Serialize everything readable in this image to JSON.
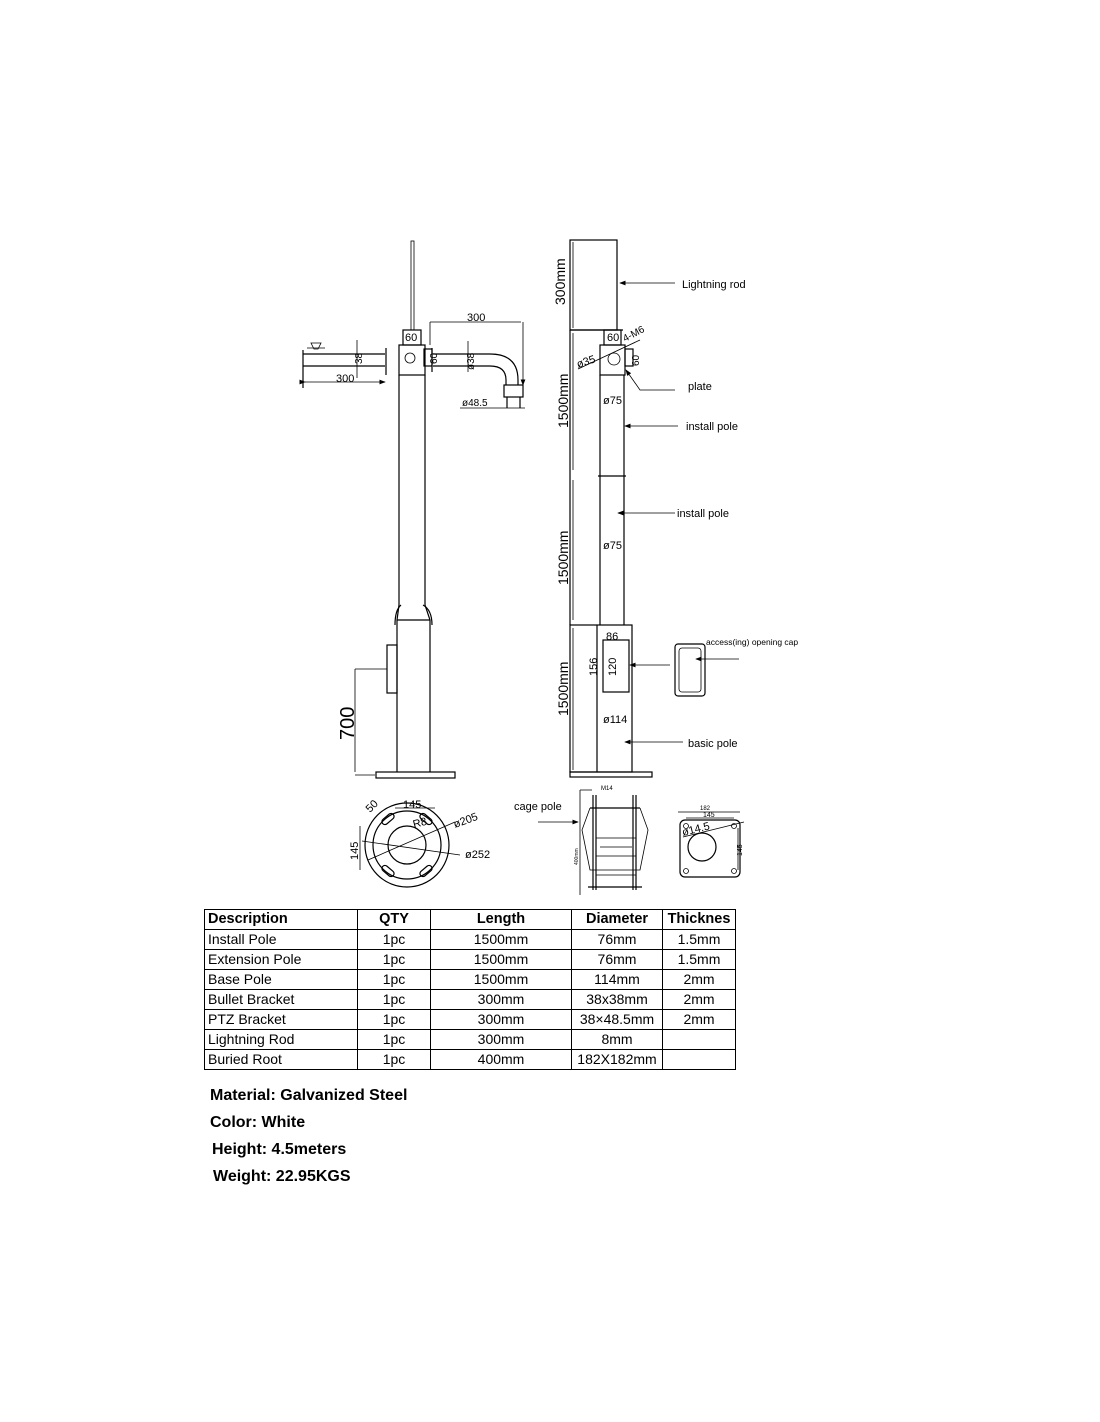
{
  "drawing": {
    "side_view": {
      "dim_top_arm": "300",
      "dim_left_arm": "300",
      "dim_38": "38",
      "dim_plate_60": "60",
      "dim_side_60": "60",
      "dim_dia38": "ø38",
      "dim_dia48_5": "ø48.5",
      "dim_700": "700"
    },
    "front_view": {
      "dim_300mm": "300mm",
      "dim_1500mm_top": "1500mm",
      "dim_1500mm_mid": "1500mm",
      "dim_1500mm_base": "1500mm",
      "dim_60_top": "60",
      "dim_60_side": "60",
      "dim_4m6": "4-M6",
      "dim_dia35": "ø35",
      "dim_dia75_a": "ø75",
      "dim_dia75_b": "ø75",
      "dim_86": "86",
      "dim_156": "156",
      "dim_120": "120",
      "dim_dia114": "ø114",
      "labels": {
        "lightning_rod": "Lightning rod",
        "plate": "plate",
        "install_pole_1": "install pole",
        "install_pole_2": "install pole",
        "opening_cap": "access(ing) opening cap",
        "basic_pole": "basic pole"
      }
    },
    "base_view": {
      "dim_145_top": "145",
      "dim_50": "50",
      "dim_r8": "R8",
      "dim_dia205": "ø205",
      "dim_dia252": "ø252",
      "dim_145_side": "145"
    },
    "cage_view": {
      "label": "cage pole",
      "dim_m14": "M14",
      "dim_400": "400mm"
    },
    "plate_view": {
      "dim_182": "182",
      "dim_145": "145",
      "dim_dia14_5": "ø14.5",
      "dim_side": "145"
    }
  },
  "table": {
    "headers": [
      "Description",
      "QTY",
      "Length",
      "Diameter",
      "Thicknes"
    ],
    "rows": [
      [
        "Install Pole",
        "1pc",
        "1500mm",
        "76mm",
        "1.5mm"
      ],
      [
        "Extension Pole",
        "1pc",
        "1500mm",
        "76mm",
        "1.5mm"
      ],
      [
        "Base Pole",
        "1pc",
        "1500mm",
        "114mm",
        "2mm"
      ],
      [
        "Bullet Bracket",
        "1pc",
        "300mm",
        "38x38mm",
        "2mm"
      ],
      [
        "PTZ Bracket",
        "1pc",
        "300mm",
        "38×48.5mm",
        "2mm"
      ],
      [
        "Lightning Rod",
        "1pc",
        "300mm",
        "8mm",
        ""
      ],
      [
        "Buried Root",
        "1pc",
        "400mm",
        "182X182mm",
        ""
      ]
    ]
  },
  "specs": {
    "material": "Material: Galvanized Steel",
    "color": "Color: White",
    "height": "Height: 4.5meters",
    "weight": "Weight: 22.95KGS"
  }
}
